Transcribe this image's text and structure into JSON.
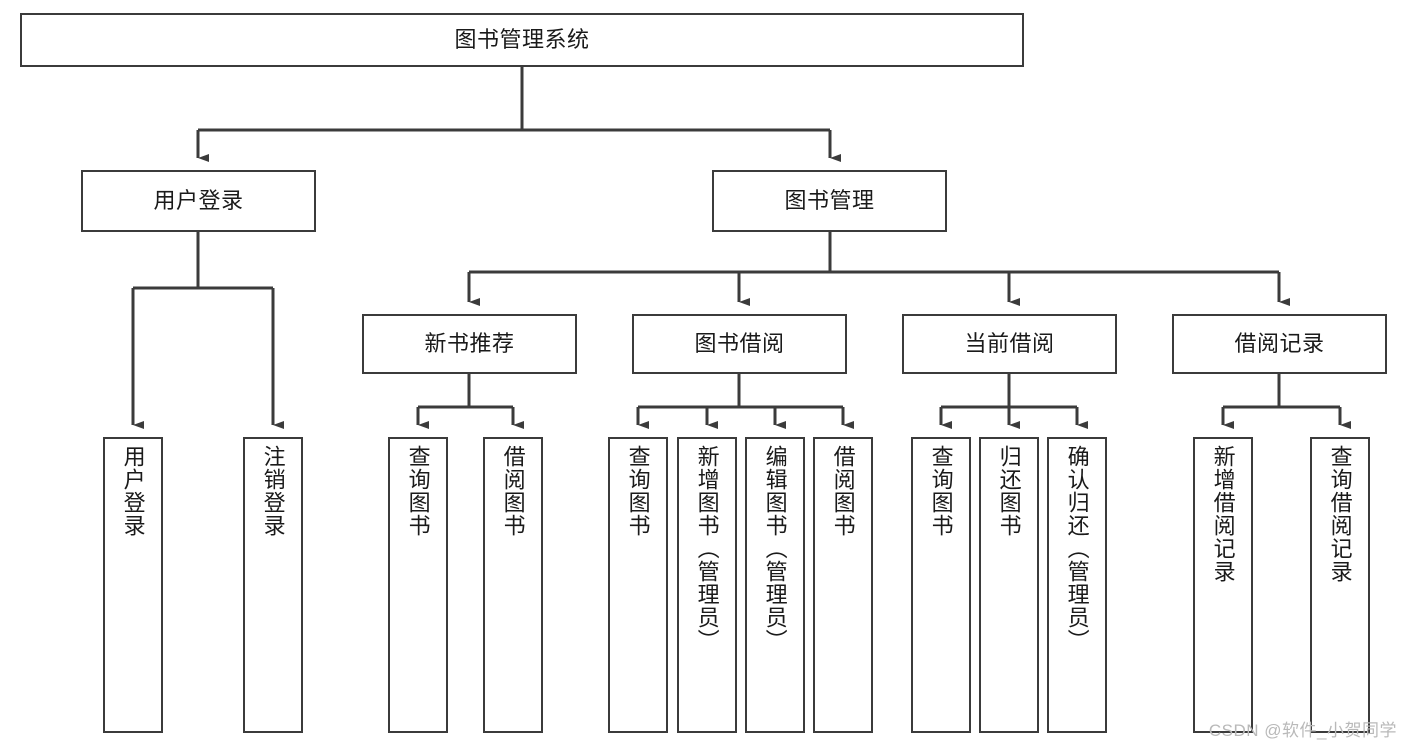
{
  "diagram": {
    "type": "tree",
    "title": "图书管理系统",
    "orientation": "top-down",
    "colors": {
      "box_border": "#3b3b3b",
      "box_fill": "#ffffff",
      "edge": "#3b3b3b",
      "text": "#1a1a1a",
      "watermark": "#b9b9b9",
      "background": "#ffffff"
    }
  },
  "nodes": {
    "root": {
      "label": "图书管理系统"
    },
    "level2": [
      {
        "id": "user-login",
        "label": "用户登录"
      },
      {
        "id": "book-manage",
        "label": "图书管理"
      }
    ],
    "level3": [
      {
        "id": "new-book-rec",
        "label": "新书推荐"
      },
      {
        "id": "book-borrow",
        "label": "图书借阅"
      },
      {
        "id": "current-borrow",
        "label": "当前借阅"
      },
      {
        "id": "borrow-record",
        "label": "借阅记录"
      }
    ],
    "leaves": {
      "user-login": [
        {
          "id": "leaf-user-login",
          "label": "用户登录"
        },
        {
          "id": "leaf-logout",
          "label": "注销登录"
        }
      ],
      "new-book-rec": [
        {
          "id": "leaf-query-book-1",
          "label": "查询图书"
        },
        {
          "id": "leaf-borrow-book-1",
          "label": "借阅图书"
        }
      ],
      "book-borrow": [
        {
          "id": "leaf-query-book-2",
          "label": "查询图书"
        },
        {
          "id": "leaf-add-book",
          "label": "新增图书（管理员）"
        },
        {
          "id": "leaf-edit-book",
          "label": "编辑图书（管理员）"
        },
        {
          "id": "leaf-borrow-book-2",
          "label": "借阅图书"
        }
      ],
      "current-borrow": [
        {
          "id": "leaf-query-book-3",
          "label": "查询图书"
        },
        {
          "id": "leaf-return-book",
          "label": "归还图书"
        },
        {
          "id": "leaf-confirm-return",
          "label": "确认归还（管理员）"
        }
      ],
      "borrow-record": [
        {
          "id": "leaf-add-record",
          "label": "新增借阅记录"
        },
        {
          "id": "leaf-query-record",
          "label": "查询借阅记录"
        }
      ]
    }
  },
  "watermark": {
    "text": "CSDN @软件_小贺同学"
  }
}
